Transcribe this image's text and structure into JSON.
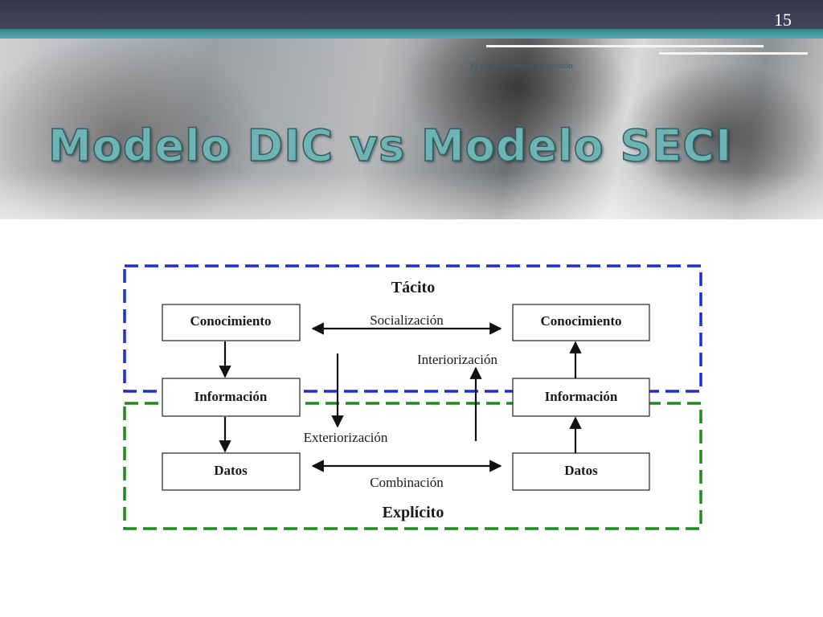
{
  "header": {
    "page_number": "15",
    "subtitle": "El conocimiento y su gestión",
    "title": "Modelo DIC vs Modelo SECI"
  },
  "diagram": {
    "zones": {
      "tacit": "Tácito",
      "explicit": "Explícito"
    },
    "nodes": {
      "conocimiento_left": "Conocimiento",
      "informacion_left": "Información",
      "datos_left": "Datos",
      "conocimiento_right": "Conocimiento",
      "informacion_right": "Información",
      "datos_right": "Datos"
    },
    "edges": {
      "socializacion": "Socialización",
      "interiorizacion": "Interiorización",
      "exteriorizacion": "Exteriorización",
      "combinacion": "Combinación"
    },
    "colors": {
      "tacit_border": "#1c2fd6",
      "explicit_border": "#1e8a1e",
      "title_fill": "#6fb4b4",
      "accent_stripe": "#2f8a8c"
    }
  }
}
